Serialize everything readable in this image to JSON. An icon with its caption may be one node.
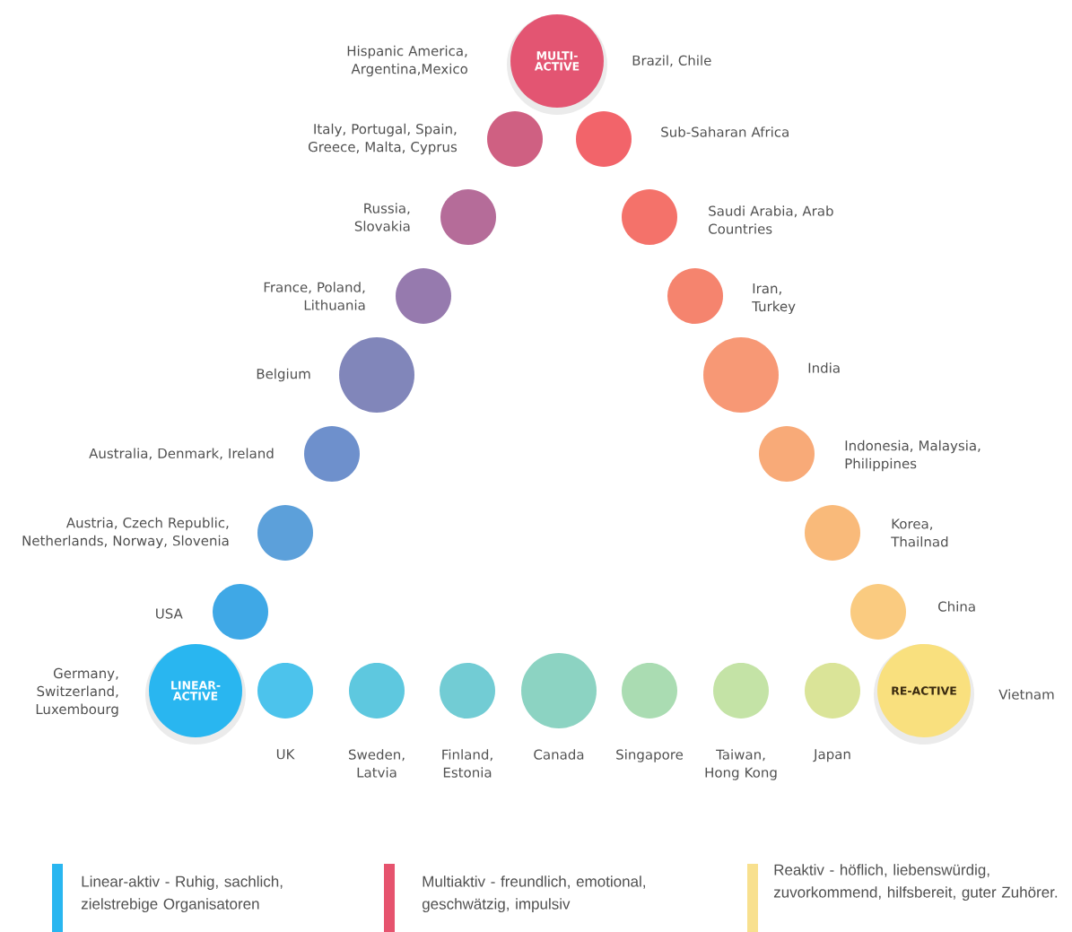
{
  "diagram": {
    "nodes": [
      {
        "text": [
          "MULTI-ACTIVE"
        ],
        "beside": [
          "Hispanic America, Argentina,Mexico",
          "Brazil, Chile"
        ]
      },
      {
        "text": [],
        "shape": "circle",
        "beside": [
          "Italy, Portugal, Spain, Greece, Malta, Cyprus"
        ]
      },
      {
        "text": [],
        "shape": "circle",
        "beside": [
          "Sub-Saharan Africa"
        ]
      },
      {
        "text": [],
        "shape": "circle",
        "beside": [
          "Russia, Slovakia"
        ]
      },
      {
        "text": [],
        "shape": "circle",
        "beside": [
          "Saudi Arabia, Arab Countries"
        ]
      },
      {
        "text": [],
        "shape": "circle",
        "beside": [
          "France, Poland, Lithuania"
        ]
      },
      {
        "text": [],
        "shape": "circle",
        "beside": [
          "Iran, Turkey"
        ]
      },
      {
        "text": [],
        "shape": "circle",
        "beside": [
          "Belgium"
        ]
      },
      {
        "text": [],
        "shape": "circle",
        "beside": [
          "India"
        ]
      },
      {
        "text": [],
        "shape": "circle",
        "beside": [
          "Australia, Denmark, Ireland"
        ]
      },
      {
        "text": [],
        "shape": "circle",
        "beside": [
          "Indonesia, Malaysia, Philippines"
        ]
      },
      {
        "text": [],
        "shape": "circle",
        "beside": [
          "Austria, Czech Republic, Netherlands, Norway, Slovenia"
        ]
      },
      {
        "text": [],
        "shape": "circle",
        "beside": [
          "Korea, Thailnad"
        ]
      },
      {
        "text": [],
        "shape": "circle",
        "beside": [
          "USA"
        ]
      },
      {
        "text": [],
        "shape": "circle",
        "beside": [
          "China"
        ]
      },
      {
        "text": [
          "LINEAR-ACTIVE"
        ],
        "beside": [
          "Germany, Switzerland, Luxembourg"
        ]
      },
      {
        "text": [],
        "shape": "circle",
        "beside": [
          "UK"
        ]
      },
      {
        "text": [],
        "shape": "circle",
        "beside": [
          "Sweden, Latvia"
        ]
      },
      {
        "text": [],
        "shape": "circle",
        "beside": [
          "Finland, Estonia"
        ]
      },
      {
        "text": [],
        "shape": "circle",
        "beside": [
          "Canada"
        ]
      },
      {
        "text": [],
        "shape": "circle",
        "beside": [
          "Singapore"
        ]
      },
      {
        "text": [],
        "shape": "circle",
        "beside": [
          "Taiwan, Hong Kong"
        ]
      },
      {
        "text": [],
        "shape": "circle",
        "beside": [
          "Japan"
        ]
      },
      {
        "text": [
          "RE-ACTIVE"
        ],
        "beside": [
          "Vietnam"
        ]
      }
    ],
    "legend": [
      {
        "text": "Linear-aktiv - Ruhig, sachlich, zielstrebige Organisatoren",
        "color": "#29b6f0"
      },
      {
        "text": "Multiaktiv - freundlich, emotional, geschwätzig, impulsiv",
        "color": "#e6536e"
      },
      {
        "text": "Reaktiv - höflich, liebenswürdig, zuvorkommend, hilfsbereit, guter Zuhörer.",
        "color": "#f8e08e"
      }
    ]
  }
}
